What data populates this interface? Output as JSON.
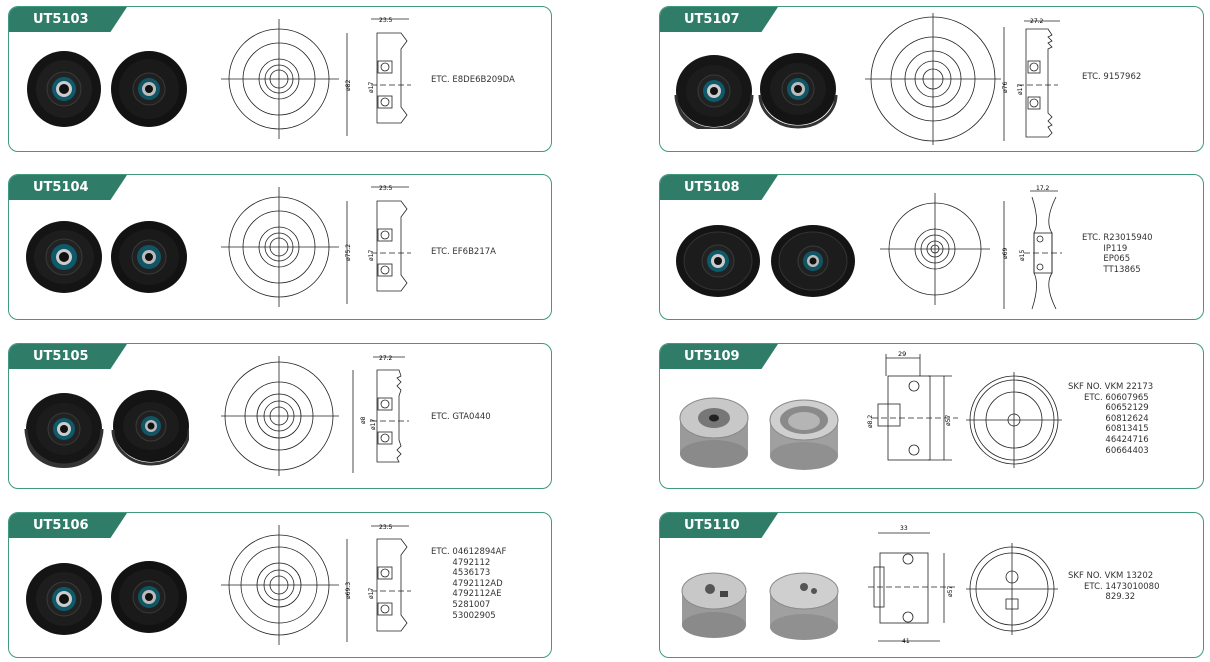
{
  "colors": {
    "accent": "#2f7d68",
    "border": "#3f9a7e"
  },
  "products": [
    {
      "id": "UT5103",
      "label": "ETC.",
      "codes": [
        "E8DE6B209DA"
      ],
      "dims": {
        "width": "23.5",
        "bore": "ø17",
        "od": "ø82"
      }
    },
    {
      "id": "UT5104",
      "label": "ETC.",
      "codes": [
        "EF6B217A"
      ],
      "dims": {
        "width": "23.5",
        "bore": "ø17",
        "od": "ø75.2"
      }
    },
    {
      "id": "UT5105",
      "label": "ETC.",
      "codes": [
        "GTA0440"
      ],
      "dims": {
        "width": "27.2",
        "bore": "ø17",
        "od": "ø8"
      }
    },
    {
      "id": "UT5106",
      "label": "ETC.",
      "codes": [
        "04612894AF",
        "4792112",
        "4536173",
        "4792112AD",
        "4792112AE",
        "5281007",
        "53002905"
      ],
      "dims": {
        "width": "23.5",
        "bore": "ø17",
        "od": "ø69.3"
      }
    },
    {
      "id": "UT5107",
      "label": "ETC.",
      "codes": [
        "9157962"
      ],
      "dims": {
        "width": "27.2",
        "bore": "ø17",
        "od": "ø76"
      }
    },
    {
      "id": "UT5108",
      "label": "ETC.",
      "codes": [
        "R23015940",
        "IP119",
        "EP065",
        "TT13865"
      ],
      "dims": {
        "width": "17.2",
        "bore": "ø15",
        "od": "ø69"
      }
    },
    {
      "id": "UT5109",
      "skf": "SKF NO. VKM 22173",
      "label": "ETC.",
      "codes": [
        "60607965",
        "60652129",
        "60812624",
        "60813415",
        "46424716",
        "60664403"
      ],
      "dims": {
        "width": "29",
        "bore": "ø8.2",
        "od": "ø57"
      }
    },
    {
      "id": "UT5110",
      "skf": "SKF NO. VKM 13202",
      "label": "ETC.",
      "codes": [
        "1473010080",
        "829.32"
      ],
      "dims": {
        "width": "33",
        "bore": "41",
        "od": "ø57"
      }
    }
  ]
}
